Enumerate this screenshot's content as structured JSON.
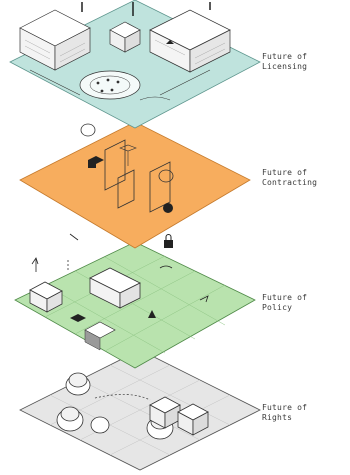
{
  "layers": [
    {
      "id": "licensing",
      "line1": "Future of",
      "line2": "Licensing",
      "color": "#bfe3dd"
    },
    {
      "id": "contracting",
      "line1": "Future of",
      "line2": "Contracting",
      "color": "#f7ad5e"
    },
    {
      "id": "policy",
      "line1": "Future of",
      "line2": "Policy",
      "color": "#b9e3ae"
    },
    {
      "id": "rights",
      "line1": "Future of",
      "line2": "Rights",
      "color": "#e6e6e6"
    }
  ],
  "background": "#ffffff",
  "line_color": "#2b2b2b",
  "icons": {
    "licensing": [
      "building-icon",
      "antenna-icon",
      "wheel-icon"
    ],
    "contracting": [
      "document-icon",
      "number-badge-icon",
      "padlock-icon"
    ],
    "policy": [
      "block-building-icon",
      "pin-icon",
      "arrow-icon"
    ],
    "rights": [
      "tree-icon",
      "cube-building-icon"
    ]
  }
}
